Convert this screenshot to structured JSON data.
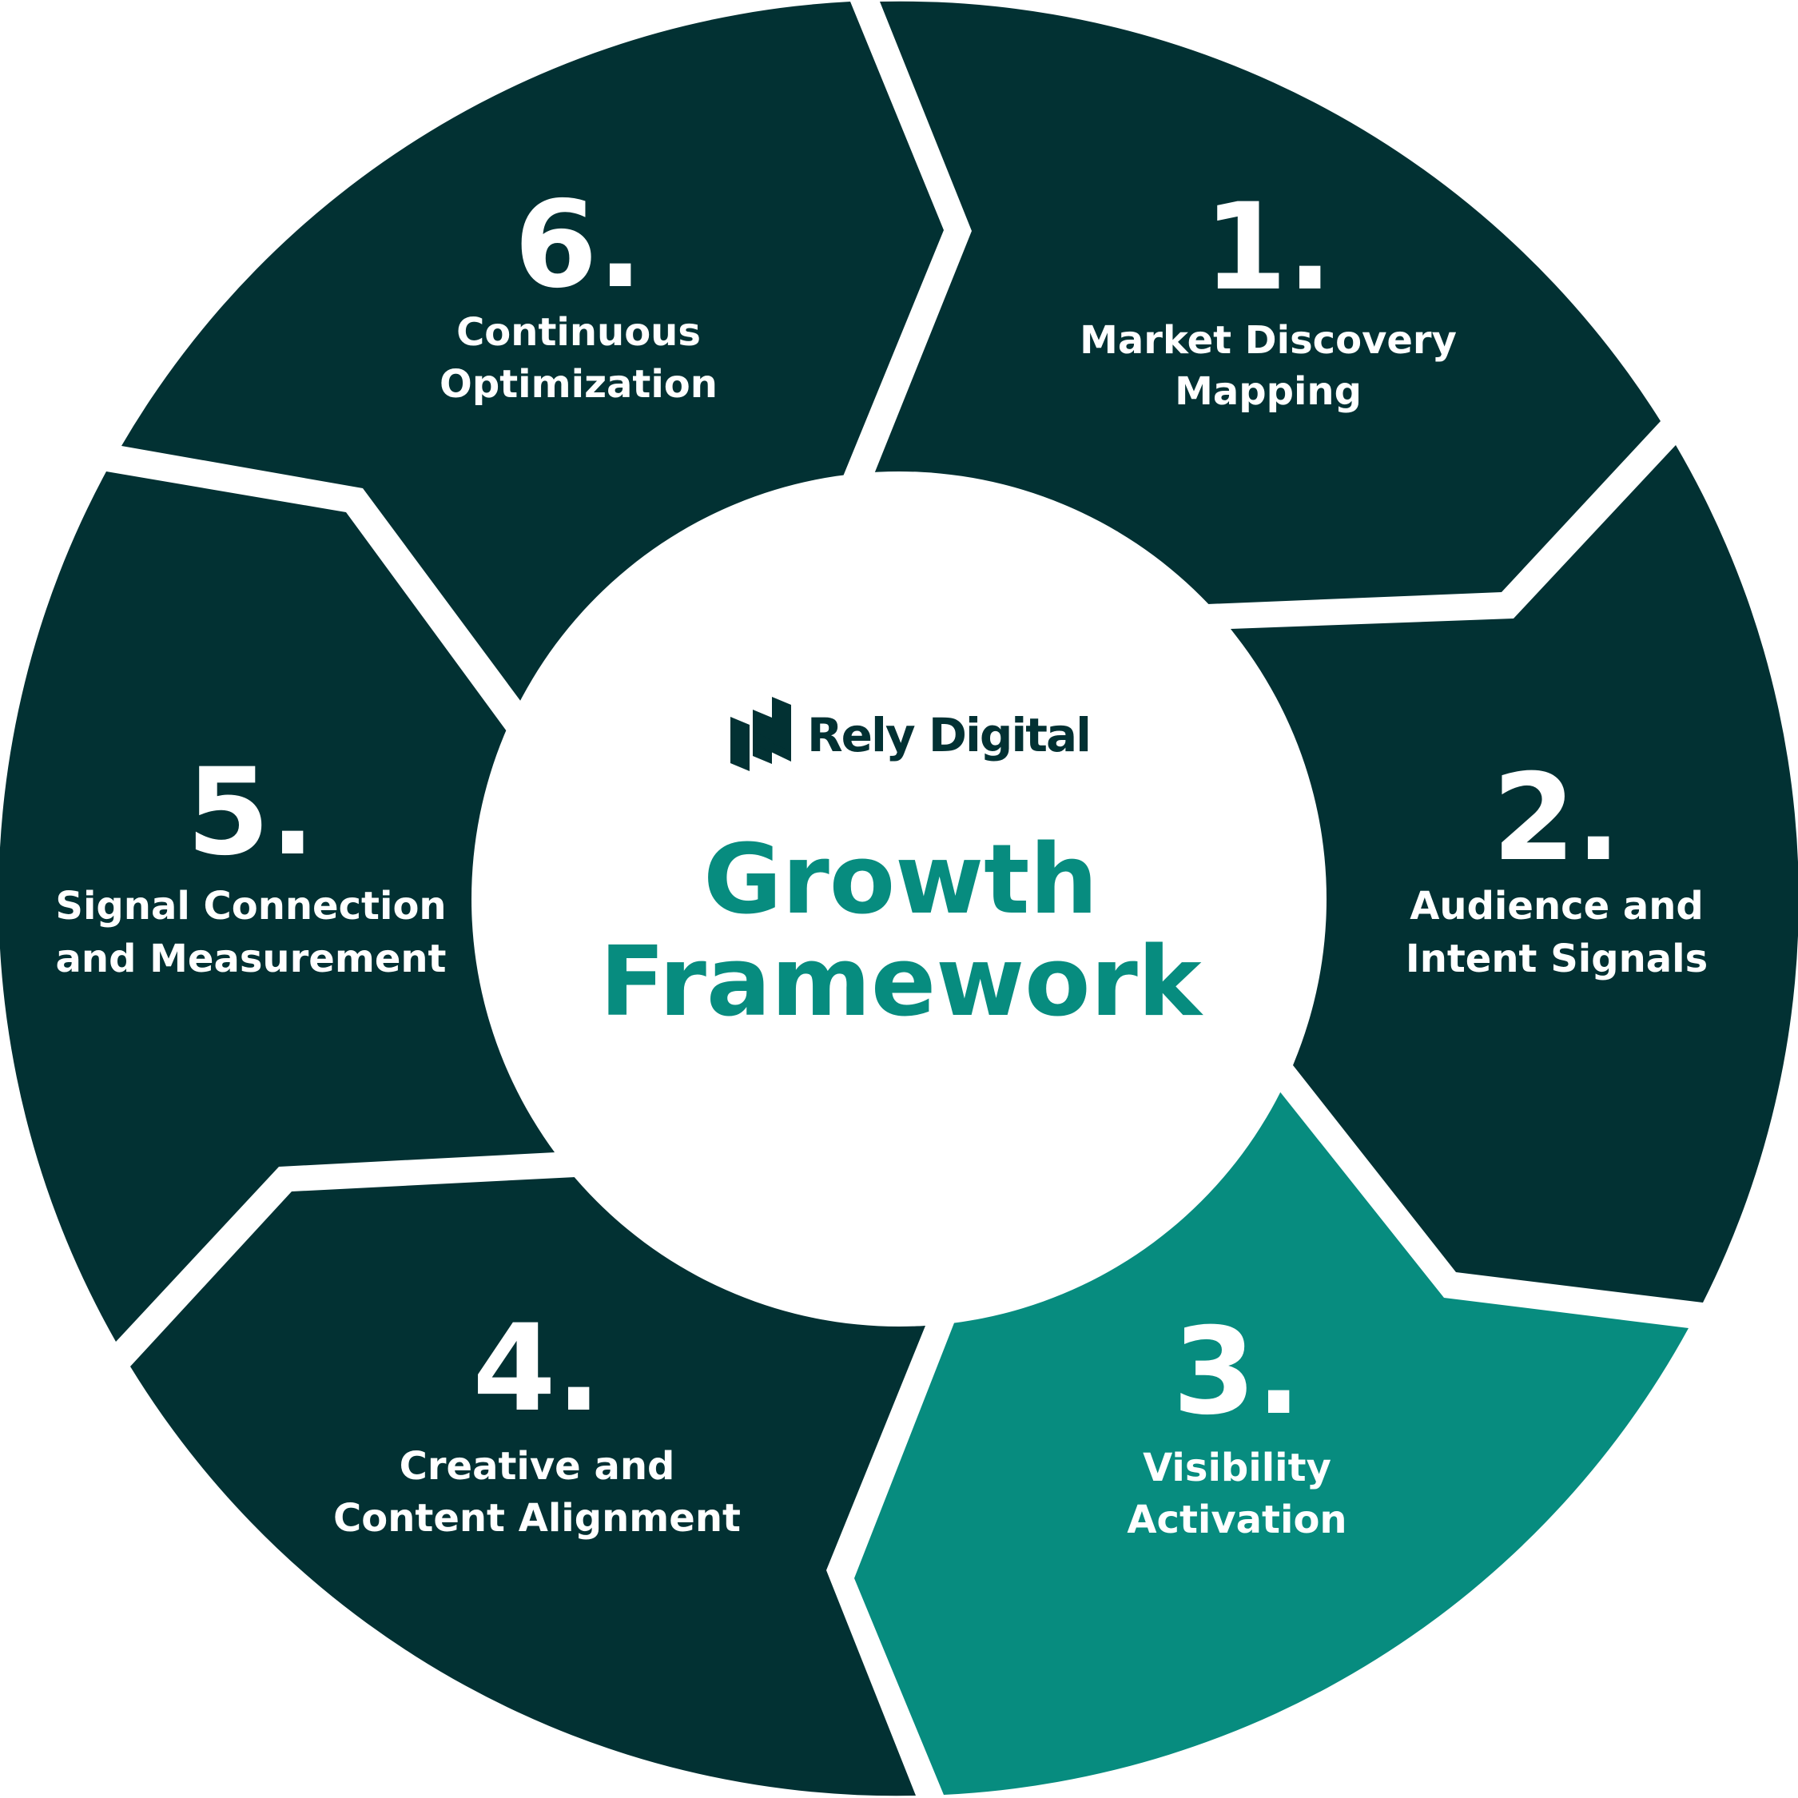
{
  "colors": {
    "segment_dark": "#023133",
    "segment_highlight": "#078c7f",
    "background": "#ffffff",
    "step_text": "#ffffff",
    "center_title": "#078c7f",
    "brand": "#023133"
  },
  "brand": {
    "name": "Rely Digital",
    "logo_icon": "rely-digital-logo-icon"
  },
  "center": {
    "title_line1": "Growth",
    "title_line2": "Framework"
  },
  "steps": [
    {
      "number": "1.",
      "label_line1": "Market Discovery",
      "label_line2": "Mapping",
      "highlighted": false
    },
    {
      "number": "2.",
      "label_line1": "Audience and",
      "label_line2": "Intent Signals",
      "highlighted": false
    },
    {
      "number": "3.",
      "label_line1": "Visibility",
      "label_line2": "Activation",
      "highlighted": true
    },
    {
      "number": "4.",
      "label_line1": "Creative and",
      "label_line2": "Content Alignment",
      "highlighted": false
    },
    {
      "number": "5.",
      "label_line1": "Signal Connection",
      "label_line2": "and Measurement",
      "highlighted": false
    },
    {
      "number": "6.",
      "label_line1": "Continuous",
      "label_line2": "Optimization",
      "highlighted": false
    }
  ]
}
